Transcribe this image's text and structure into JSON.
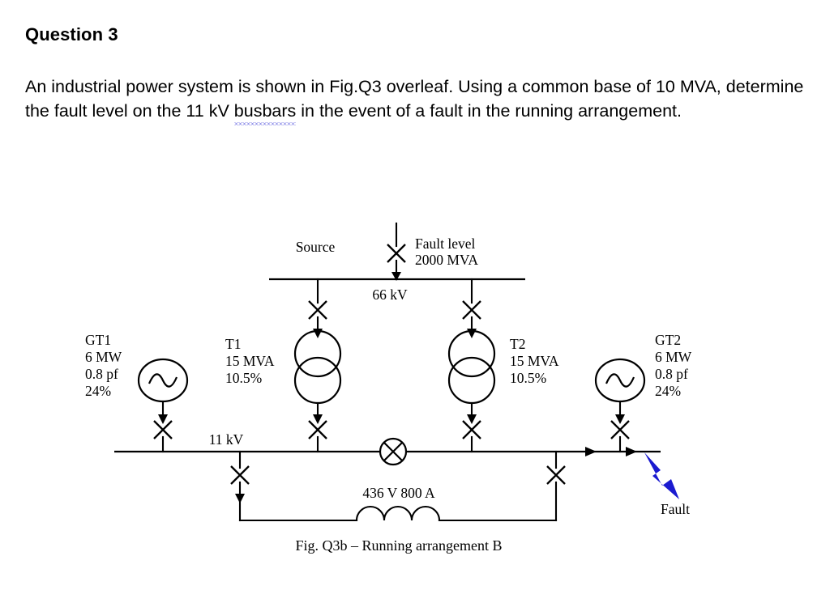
{
  "document": {
    "title": "Question 3",
    "paragraph_lead": "An industrial power system is shown in Fig.Q3 overleaf. Using a common base of 10 MVA, determine the fault level on the 11 kV ",
    "paragraph_spellcheck_word": "busbars",
    "paragraph_tail": " in the event of a fault in the running arrangement.",
    "caption": "Fig. Q3b – Running arrangement B"
  },
  "diagram": {
    "source": {
      "label": "Source",
      "fault_level_line1": "Fault level",
      "fault_level_line2": "2000 MVA"
    },
    "buses": {
      "hv_label": "66 kV",
      "lv_label": "11 kV"
    },
    "generators": [
      {
        "id": "GT1",
        "name": "GT1",
        "rating": "6 MW",
        "power_factor": "0.8 pf",
        "reactance": "24%"
      },
      {
        "id": "GT2",
        "name": "GT2",
        "rating": "6 MW",
        "power_factor": "0.8 pf",
        "reactance": "24%"
      }
    ],
    "transformers": [
      {
        "id": "T1",
        "name": "T1",
        "rating": "15 MVA",
        "impedance": "10.5%"
      },
      {
        "id": "T2",
        "name": "T2",
        "rating": "15 MVA",
        "impedance": "10.5%"
      }
    ],
    "reactor": {
      "label": "436 V 800 A"
    },
    "fault": {
      "label": "Fault",
      "color": "#1a1ad0"
    },
    "bus_coupler": {
      "name": "bus-coupler"
    },
    "colors": {
      "ink": "#000000",
      "paper": "#ffffff",
      "fault_blue": "#1a1ad0",
      "spell_underline": "#2b2bd4"
    }
  }
}
